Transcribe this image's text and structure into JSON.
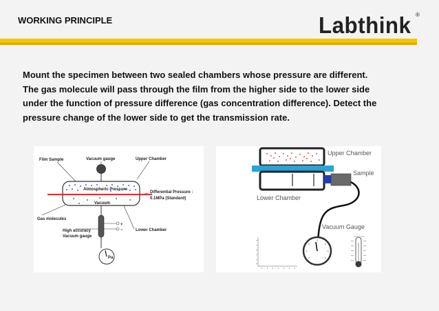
{
  "header": {
    "title": "WORKING PRINCIPLE",
    "logo_text": "Labthink",
    "logo_mark": "®"
  },
  "body": {
    "paragraph_lines": [
      "Mount the specimen between two sealed chambers whose pressure are different.",
      "The gas molecule will pass through the film from the higher side to the lower side",
      "under the function of pressure difference (gas concentration difference). Detect the",
      "pressure change of the lower side to get the transmission rate."
    ]
  },
  "left_diagram": {
    "film_sample": "Film Sample",
    "vacuum_gauge": "Vacuum gauge",
    "upper_chamber": "Upper Chamber",
    "atmospheric_pressure": "Atmospheric Pressure",
    "differential_pressure_line1": "Differential Pressure :",
    "differential_pressure_line2": "0.1MPa (Standard)",
    "vacuum": "Vacuum",
    "gas_molecules": "Gas molecules",
    "lower_chamber": "Lower Chamber",
    "high_accuracy_line1": "High accuracy",
    "high_accuracy_line2": "Vacuum gauge",
    "plus": "+",
    "minus": "−",
    "pa": "Pa"
  },
  "right_diagram": {
    "upper_chamber": "Upper Chamber",
    "sample": "Sample",
    "lower_chamber": "Lower Chamber",
    "vacuum_gauge": "Vacuum Gauge"
  },
  "colors": {
    "accent_yellow": "#f5c400",
    "accent_orange": "#e7a100",
    "sample_blue": "#2aa3d8",
    "film_red": "#e01010",
    "molecule_blue": "#1a3bb3",
    "molecule_red": "#d42020",
    "label_blue": "#2b5b9a"
  }
}
